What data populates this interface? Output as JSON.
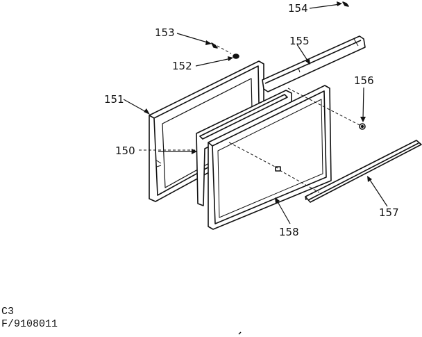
{
  "diagram": {
    "part_labels": {
      "p150": "150",
      "p151": "151",
      "p152": "152",
      "p153": "153",
      "p154": "154",
      "p155": "155",
      "p156": "156",
      "p157": "157",
      "p158": "158"
    },
    "footer": {
      "line1": "C3",
      "line2": "F/9108011"
    }
  }
}
